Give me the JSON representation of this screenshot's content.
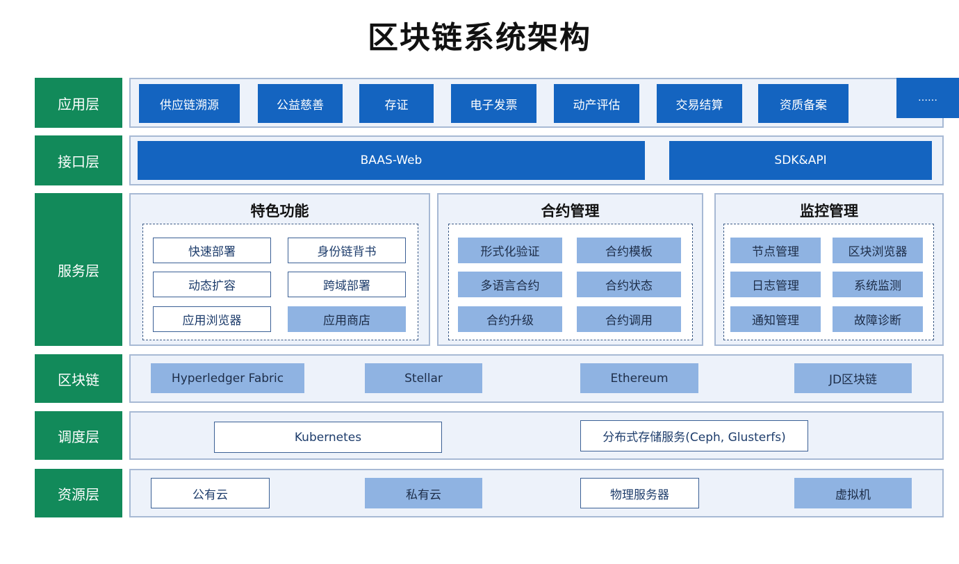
{
  "title": "区块链系统架构",
  "layers": {
    "app": {
      "label": "应用层",
      "items": [
        "供应链溯源",
        "公益慈善",
        "存证",
        "电子发票",
        "动产评估",
        "交易结算",
        "资质备案",
        "……"
      ]
    },
    "interface": {
      "label": "接口层",
      "items": [
        "BAAS-Web",
        "SDK&API"
      ]
    },
    "service": {
      "label": "服务层",
      "panels": [
        {
          "title": "特色功能",
          "items": [
            "快速部署",
            "身份链背书",
            "动态扩容",
            "跨域部署",
            "应用浏览器",
            "应用商店"
          ]
        },
        {
          "title": "合约管理",
          "items": [
            "形式化验证",
            "合约模板",
            "多语言合约",
            "合约状态",
            "合约升级",
            "合约调用"
          ]
        },
        {
          "title": "监控管理",
          "items": [
            "节点管理",
            "区块浏览器",
            "日志管理",
            "系统监测",
            "通知管理",
            "故障诊断"
          ]
        }
      ]
    },
    "blockchain": {
      "label": "区块链",
      "items": [
        "Hyperledger Fabric",
        "Stellar",
        "Ethereum",
        "JD区块链"
      ]
    },
    "scheduling": {
      "label": "调度层",
      "items": [
        "Kubernetes",
        "分布式存储服务(Ceph, Glusterfs)"
      ]
    },
    "resource": {
      "label": "资源层",
      "items": [
        "公有云",
        "私有云",
        "物理服务器",
        "虚拟机"
      ]
    }
  },
  "colors": {
    "layer_label": "#128a5a",
    "dark_blue": "#1464c0",
    "mid_blue": "#8fb3e2",
    "band_bg": "#edf2fa"
  }
}
